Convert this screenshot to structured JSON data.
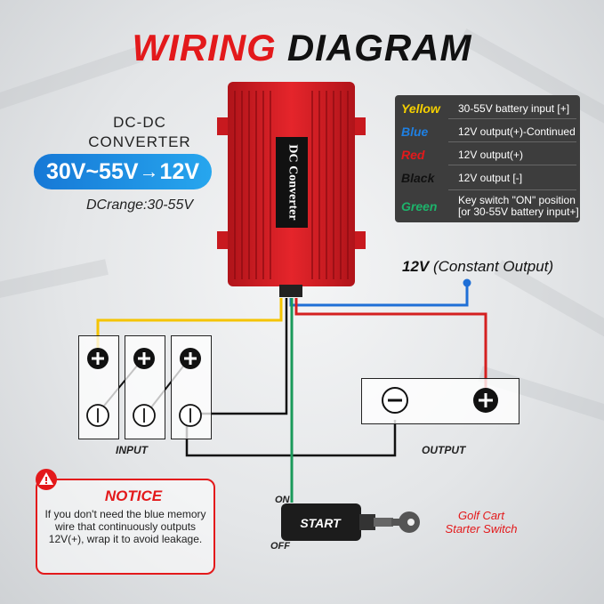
{
  "title": {
    "part1": "WIRING",
    "part2": "DIAGRAM"
  },
  "converter_label": {
    "line1": "DC-DC",
    "line2": "CONVERTER"
  },
  "range_pill": {
    "from": "30V~55V",
    "arrow": "→",
    "to": "12V"
  },
  "dc_range": "DCrange:30-55V",
  "device_label": "DC Converter",
  "output_note": {
    "value": "12V",
    "text": "(Constant Output)"
  },
  "legend": [
    {
      "name": "Yellow",
      "color": "#f5d000",
      "desc": "30-55V battery input [+]"
    },
    {
      "name": "Blue",
      "color": "#1f7fe0",
      "desc": "12V output(+)-Continued"
    },
    {
      "name": "Red",
      "color": "#e3191b",
      "desc": "12V output(+)"
    },
    {
      "name": "Black",
      "color": "#111111",
      "desc": "12V output [-]"
    },
    {
      "name": "Green",
      "color": "#1db36b",
      "desc": "Key switch \"ON\" position",
      "desc2": "[or 30-55V battery input+]"
    }
  ],
  "labels": {
    "input": "INPUT",
    "output": "OUTPUT",
    "on": "ON",
    "off": "OFF",
    "start": "START"
  },
  "golf_cart": {
    "line1": "Golf Cart",
    "line2": "Starter Switch"
  },
  "notice": {
    "title": "NOTICE",
    "text": "If you don't need the blue memory wire that continuously outputs 12V(+), wrap it to avoid leakage."
  },
  "colors": {
    "red_accent": "#e3191b",
    "wire_yellow": "#f5c400",
    "wire_blue": "#1f6fd6",
    "wire_red": "#d42020",
    "wire_black": "#111111",
    "wire_green": "#1a9a5a"
  },
  "icons": {
    "plus": "plus-icon",
    "minus": "minus-icon",
    "warning": "warning-icon",
    "key": "key-icon"
  }
}
